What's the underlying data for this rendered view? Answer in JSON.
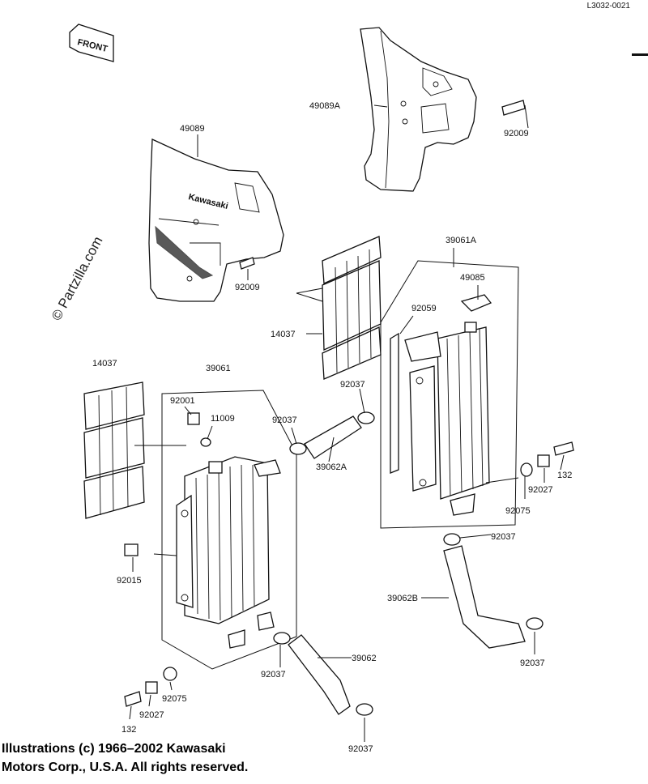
{
  "diagram": {
    "code": "L3032-0021",
    "front_label": "FRONT",
    "brand_decal": "Kawasaki",
    "watermark": "© Partzilla.com",
    "copyright": "Illustrations (c) 1966–2002 Kawasaki\nMotors Corp., U.S.A.  All rights reserved."
  },
  "callouts": {
    "c_49089A": "49089A",
    "c_92009_top": "92009",
    "c_49089": "49089",
    "c_92009_left": "92009",
    "c_39061A": "39061A",
    "c_49085": "49085",
    "c_92059": "92059",
    "c_14037_center": "14037",
    "c_14037_left": "14037",
    "c_39061": "39061",
    "c_92001": "92001",
    "c_11009": "11009",
    "c_92037_a": "92037",
    "c_92037_b": "92037",
    "c_39062A": "39062A",
    "c_132_right": "132",
    "c_92027_right": "92027",
    "c_92075_right": "92075",
    "c_92037_c": "92037",
    "c_92015": "92015",
    "c_39062B": "39062B",
    "c_92037_d": "92037",
    "c_39062": "39062",
    "c_92037_e": "92037",
    "c_92075_left": "92075",
    "c_92027_left": "92027",
    "c_132_left": "132",
    "c_92037_f": "92037"
  }
}
